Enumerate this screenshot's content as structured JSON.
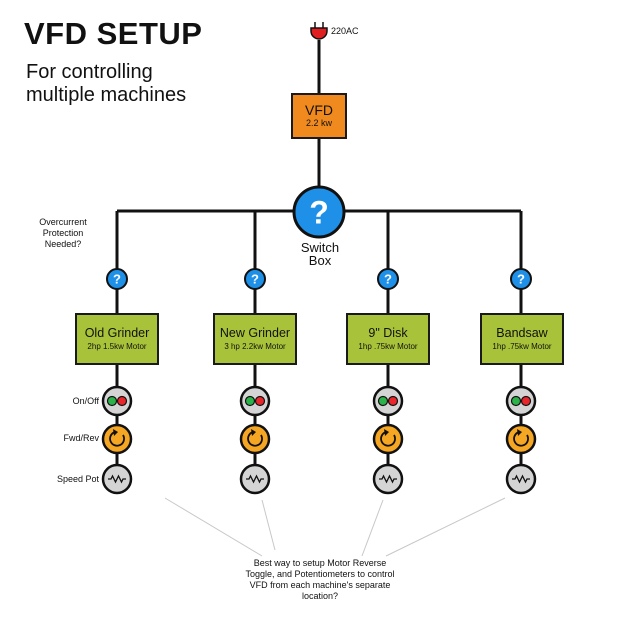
{
  "title": "VFD SETUP",
  "subtitle": "For controlling multiple machines",
  "power": {
    "label": "220AC",
    "icon": "power-plug-icon"
  },
  "vfd": {
    "title": "VFD",
    "rating": "2.2 kw"
  },
  "switch_box": {
    "symbol": "?",
    "label": "Switch Box"
  },
  "protection_note": "Overcurrent Protection Needed?",
  "protection_symbol": "?",
  "machines": [
    {
      "name": "Old Grinder",
      "spec": "2hp 1.5kw Motor"
    },
    {
      "name": "New Grinder",
      "spec": "3 hp 2.2kw Motor"
    },
    {
      "name": "9\" Disk",
      "spec": "1hp .75kw Motor"
    },
    {
      "name": "Bandsaw",
      "spec": "1hp .75kw Motor"
    }
  ],
  "controls": [
    {
      "label": "On/Off",
      "icon": "on-off-switch-icon"
    },
    {
      "label": "Fwd/Rev",
      "icon": "reverse-toggle-icon"
    },
    {
      "label": "Speed Pot",
      "icon": "potentiometer-icon"
    }
  ],
  "question_note": "Best way to setup Motor Reverse Toggle, and Potentiometers to control VFD from each machine's separate location?",
  "colors": {
    "vfd": "#f08a1e",
    "machine": "#a8c239",
    "question": "#1e90e8",
    "on": "#2bb34a",
    "off": "#e8262b",
    "reverse": "#f5a623",
    "control_bg": "#d4d4d4",
    "plug": "#e02020",
    "line": "#111111",
    "leader": "#c8c8c8"
  }
}
